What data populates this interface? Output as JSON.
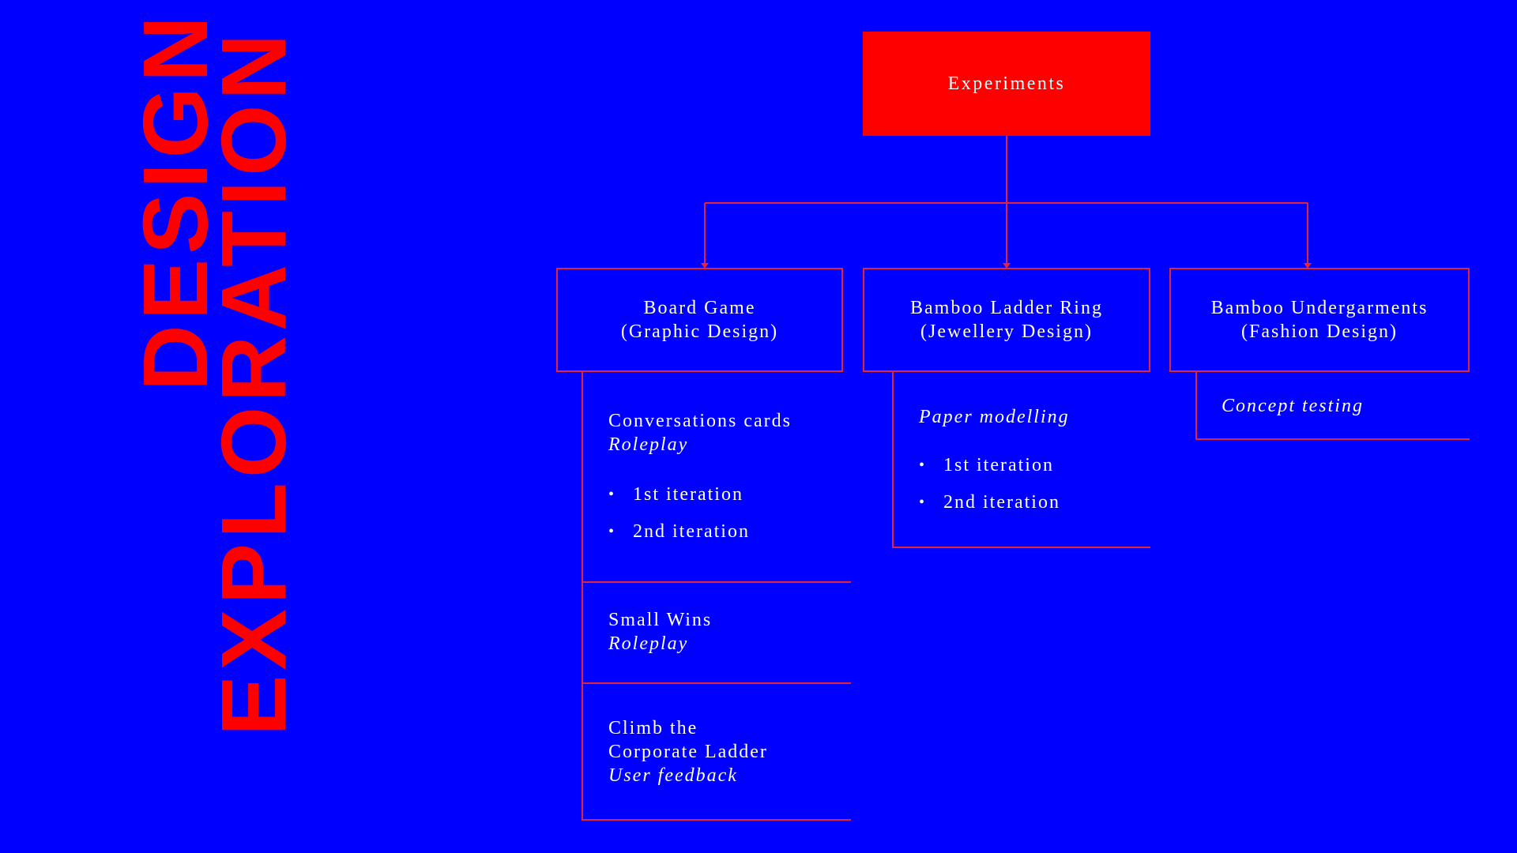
{
  "title": {
    "line1": "DESIGN",
    "line2": "EXPLORATION"
  },
  "colors": {
    "background": "#0000FF",
    "accent": "#FF0000",
    "line": "#E4243C",
    "text": "#FFFFFF"
  },
  "root": {
    "label": "Experiments"
  },
  "branches": [
    {
      "title": "Board Game",
      "subtitle": "(Graphic Design)",
      "items": [
        {
          "name": "Conversations cards",
          "method": "Roleplay",
          "bullets": [
            "1st iteration",
            "2nd iteration"
          ]
        },
        {
          "name": "Small Wins",
          "method": "Roleplay"
        },
        {
          "name_line1": "Climb the",
          "name_line2": "Corporate Ladder",
          "method": "User feedback"
        }
      ]
    },
    {
      "title": "Bamboo Ladder Ring",
      "subtitle": "(Jewellery Design)",
      "items": [
        {
          "method": "Paper modelling",
          "bullets": [
            "1st iteration",
            "2nd iteration"
          ]
        }
      ]
    },
    {
      "title": "Bamboo Undergarments",
      "subtitle": "(Fashion Design)",
      "items": [
        {
          "method": "Concept testing"
        }
      ]
    }
  ]
}
